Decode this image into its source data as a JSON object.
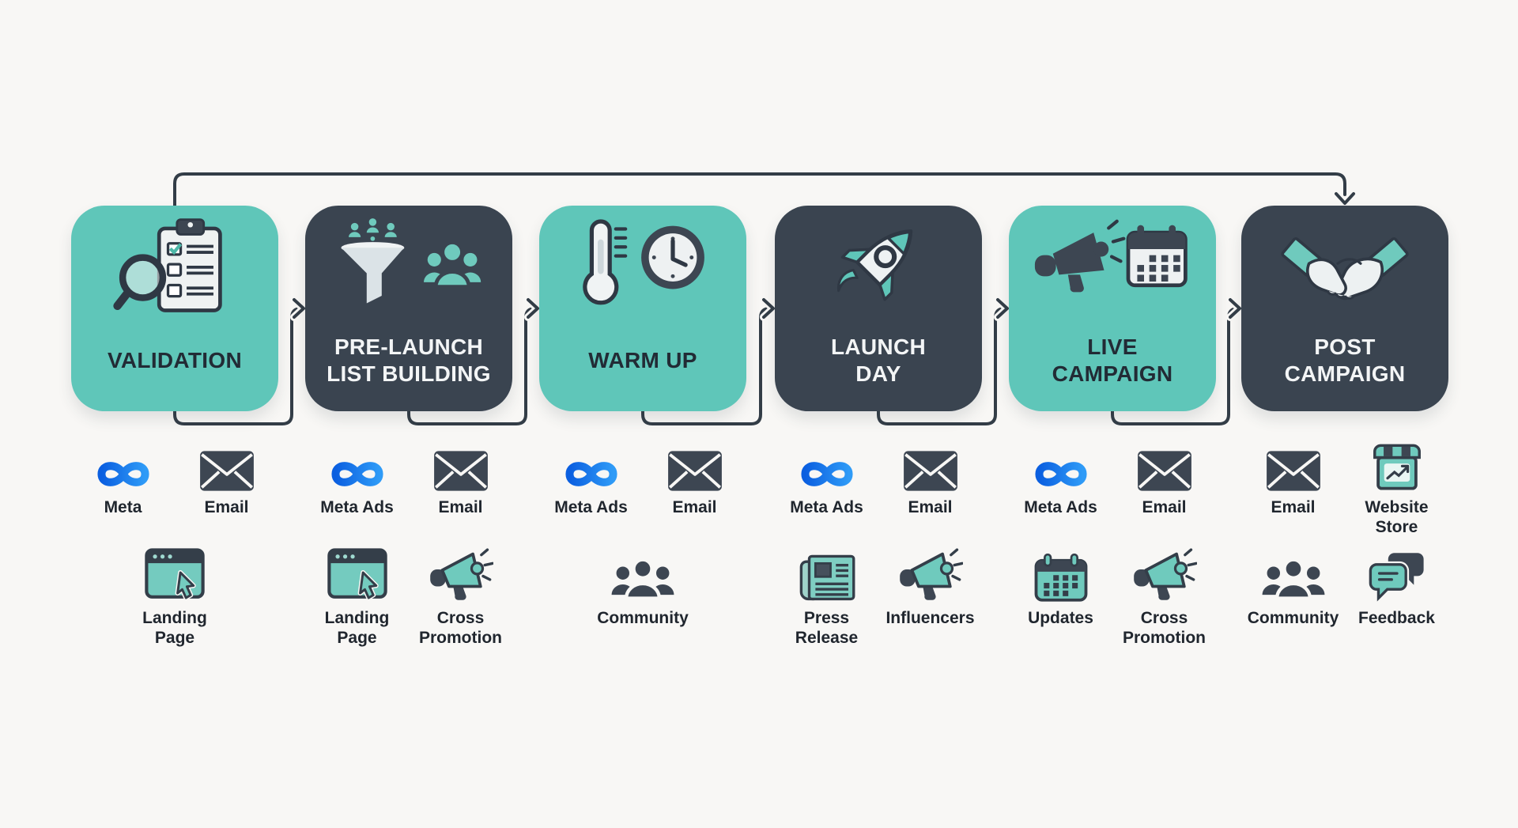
{
  "diagram": {
    "type": "launch-campaign-flowchart",
    "background": "#f8f7f5",
    "colors": {
      "teal_box": "#5fc6b9",
      "dark_box": "#3a4450",
      "icon_teal": "#6fcabd",
      "icon_dark": "#3d4652",
      "connector_line": "#333d47",
      "meta_blue_start": "#0b5fe0",
      "meta_blue_end": "#2f9bf7",
      "title_on_teal": "#222b35",
      "title_on_dark": "#f3f5f6"
    }
  },
  "stages": [
    {
      "label": "VALIDATION",
      "variant": "teal",
      "icon": "magnifier-checklist"
    },
    {
      "label": "PRE-LAUNCH\nLIST BUILDING",
      "variant": "dark",
      "icon": "funnel-audience"
    },
    {
      "label": "WARM UP",
      "variant": "teal",
      "icon": "thermometer-clock"
    },
    {
      "label": "LAUNCH\nDAY",
      "variant": "dark",
      "icon": "rocket"
    },
    {
      "label": "LIVE\nCAMPAIGN",
      "variant": "teal",
      "icon": "megaphone-calendar"
    },
    {
      "label": "POST\nCAMPAIGN",
      "variant": "dark",
      "icon": "handshake"
    }
  ],
  "channels": [
    {
      "stage": "VALIDATION",
      "row1": [
        {
          "icon": "meta-icon",
          "label": "Meta"
        },
        {
          "icon": "email-icon",
          "label": "Email"
        }
      ],
      "row2": [
        {
          "icon": "landing-page-icon",
          "label": "Landing\nPage"
        }
      ]
    },
    {
      "stage": "PRE-LAUNCH LIST BUILDING",
      "row1": [
        {
          "icon": "meta-icon",
          "label": "Meta Ads"
        },
        {
          "icon": "email-icon",
          "label": "Email"
        }
      ],
      "row2": [
        {
          "icon": "landing-page-icon",
          "label": "Landing\nPage"
        },
        {
          "icon": "megaphone-icon",
          "label": "Cross\nPromotion"
        }
      ]
    },
    {
      "stage": "WARM UP",
      "row1": [
        {
          "icon": "meta-icon",
          "label": "Meta Ads"
        },
        {
          "icon": "email-icon",
          "label": "Email"
        }
      ],
      "row2": [
        {
          "icon": "community-icon",
          "label": "Community"
        }
      ]
    },
    {
      "stage": "LAUNCH DAY",
      "row1": [
        {
          "icon": "meta-icon",
          "label": "Meta Ads"
        },
        {
          "icon": "email-icon",
          "label": "Email"
        }
      ],
      "row2": [
        {
          "icon": "newspaper-icon",
          "label": "Press\nRelease"
        },
        {
          "icon": "megaphone-icon",
          "label": "Influencers"
        }
      ]
    },
    {
      "stage": "LIVE CAMPAIGN",
      "row1": [
        {
          "icon": "meta-icon",
          "label": "Meta Ads"
        },
        {
          "icon": "email-icon",
          "label": "Email"
        }
      ],
      "row2": [
        {
          "icon": "calendar-icon",
          "label": "Updates"
        },
        {
          "icon": "megaphone-icon",
          "label": "Cross\nPromotion"
        }
      ]
    },
    {
      "stage": "POST CAMPAIGN",
      "row1": [
        {
          "icon": "email-icon",
          "label": "Email"
        },
        {
          "icon": "storefront-icon",
          "label": "Website\nStore"
        }
      ],
      "row2": [
        {
          "icon": "community-icon",
          "label": "Community"
        },
        {
          "icon": "feedback-icon",
          "label": "Feedback"
        }
      ]
    }
  ]
}
